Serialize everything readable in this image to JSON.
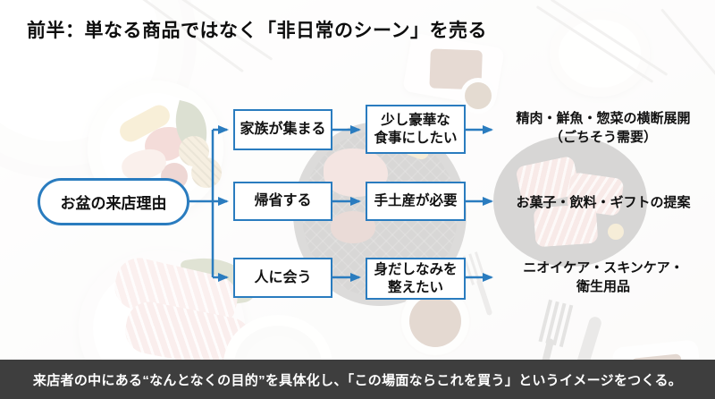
{
  "slide": {
    "title": "前半：単なる商品ではなく「非日常のシーン」を売る",
    "footer": "来店者の中にある“なんとなくの目的”を具体化し、「この場面ならこれを買う」というイメージをつくる。"
  },
  "flow": {
    "root": "お盆の来店理由",
    "rows": [
      {
        "reason": "家族が集まる",
        "need": "少し豪華な\n食事にしたい",
        "proposal": "精肉・鮮魚・惣菜の横断展開\n（ごちそう需要）"
      },
      {
        "reason": "帰省する",
        "need": "手土産が必要",
        "proposal": "お菓子・飲料・ギフトの提案"
      },
      {
        "reason": "人に会う",
        "need": "身だしなみを\n整えたい",
        "proposal": "ニオイケア・スキンケア・\n衛生用品"
      }
    ]
  },
  "colors": {
    "accent_blue": "#2a7cbf",
    "footer_bg": "#3e3e3e",
    "title_color": "#0d0d0d"
  }
}
